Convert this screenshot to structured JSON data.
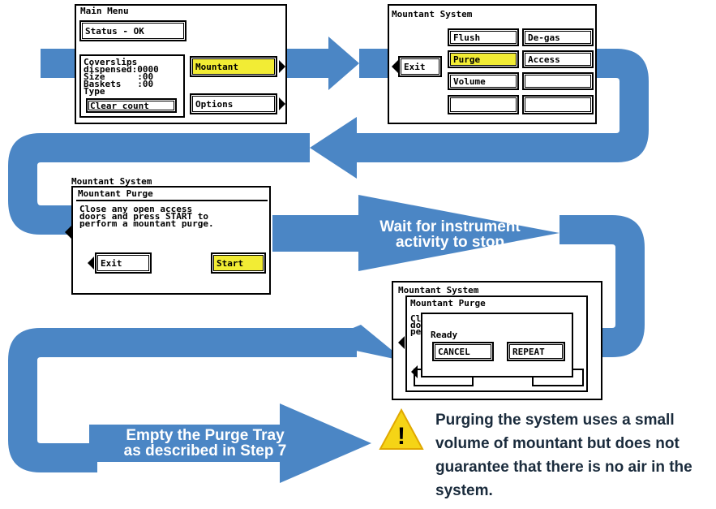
{
  "colors": {
    "arrow": "#4b86c5",
    "highlight": "#f2ec34",
    "warning": "#f5d416"
  },
  "main_menu": {
    "title": "Main Menu",
    "status": "Status - OK",
    "info_lines": [
      "Coverslips",
      "dispensed:0000",
      "Size      :00",
      "Baskets   :00",
      "Type"
    ],
    "clear_count": "Clear count",
    "mountant": "Mountant",
    "options": "Options"
  },
  "mountant_system": {
    "title": "Mountant System",
    "exit": "Exit",
    "buttons": [
      "Flush",
      "De-gas",
      "Purge",
      "Access",
      "Volume",
      "",
      "",
      ""
    ]
  },
  "purge_screen": {
    "outer_title": "Mountant System",
    "title": "Mountant Purge",
    "message_lines": [
      "Close any open access",
      "doors and press START to",
      "perform a mountant purge."
    ],
    "exit": "Exit",
    "start": "Start"
  },
  "ready_screen": {
    "outer_title": "Mountant System",
    "title": "Mountant Purge",
    "partial_lines": [
      "Cl",
      "do",
      "pe"
    ],
    "ready": "Ready",
    "cancel": "CANCEL",
    "repeat": "REPEAT"
  },
  "captions": {
    "wait": [
      "Wait for instrument",
      "activity to stop"
    ],
    "empty": [
      "Empty the Purge Tray",
      "as described in Step 7"
    ]
  },
  "warning": {
    "icon": "warning-triangle-icon",
    "symbol": "!",
    "text": "Purging the system uses a small volume of mountant but does not guarantee that there is no air in the system."
  }
}
